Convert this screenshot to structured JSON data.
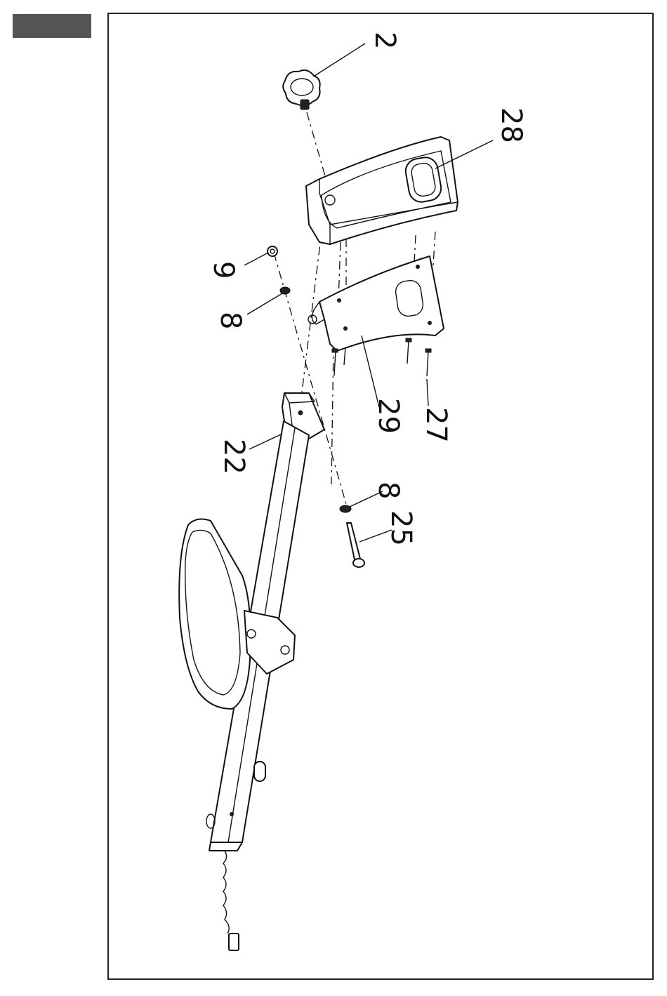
{
  "header": {
    "tab_color": "#555555"
  },
  "callouts": [
    {
      "id": "2",
      "text": "2"
    },
    {
      "id": "28",
      "text": "28"
    },
    {
      "id": "9",
      "text": "9"
    },
    {
      "id": "8a",
      "text": "8"
    },
    {
      "id": "22",
      "text": "22"
    },
    {
      "id": "29",
      "text": "29"
    },
    {
      "id": "27",
      "text": "27"
    },
    {
      "id": "8b",
      "text": "8"
    },
    {
      "id": "25",
      "text": "25"
    }
  ]
}
